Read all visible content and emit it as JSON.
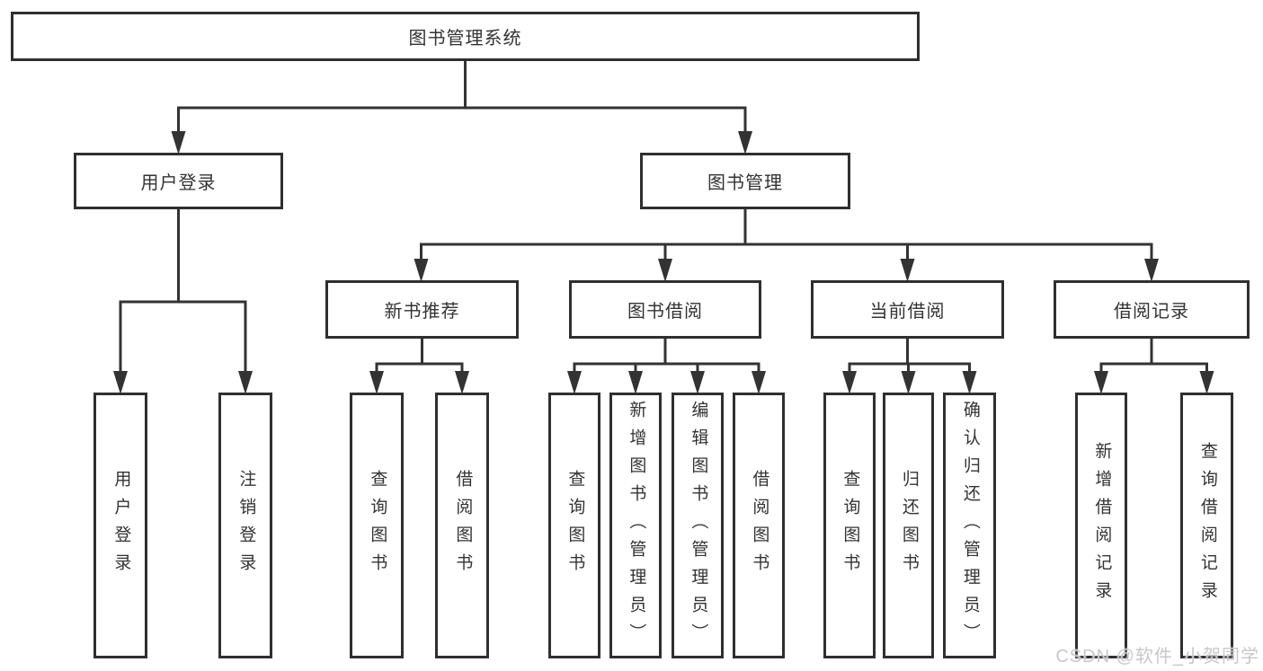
{
  "nodes": {
    "root": "图书管理系统",
    "user_login": "用户登录",
    "book_management": "图书管理",
    "new_book_recommend": "新书推荐",
    "book_borrow": "图书借阅",
    "current_borrow": "当前借阅",
    "borrow_records": "借阅记录",
    "leaf_user_login": "用户登录",
    "leaf_logout": "注销登录",
    "leaf_nb_query_books": "查询图书",
    "leaf_nb_borrow_books": "借阅图书",
    "leaf_bb_query_books": "查询图书",
    "leaf_bb_add_books": "新增图书（管理员）",
    "leaf_bb_edit_books": "编辑图书（管理员）",
    "leaf_bb_borrow_books": "借阅图书",
    "leaf_cb_query_books": "查询图书",
    "leaf_cb_return_books": "归还图书",
    "leaf_cb_confirm_return": "确认归还（管理员）",
    "leaf_br_add_record": "新增借阅记录",
    "leaf_br_query_record": "查询借阅记录"
  },
  "watermark": "CSDN @软件_小贺同学",
  "colors": {
    "line": "#333333",
    "box_border": "#2f2f2f",
    "text": "#333333",
    "watermark": "#c8c8c8",
    "background": "#ffffff"
  }
}
